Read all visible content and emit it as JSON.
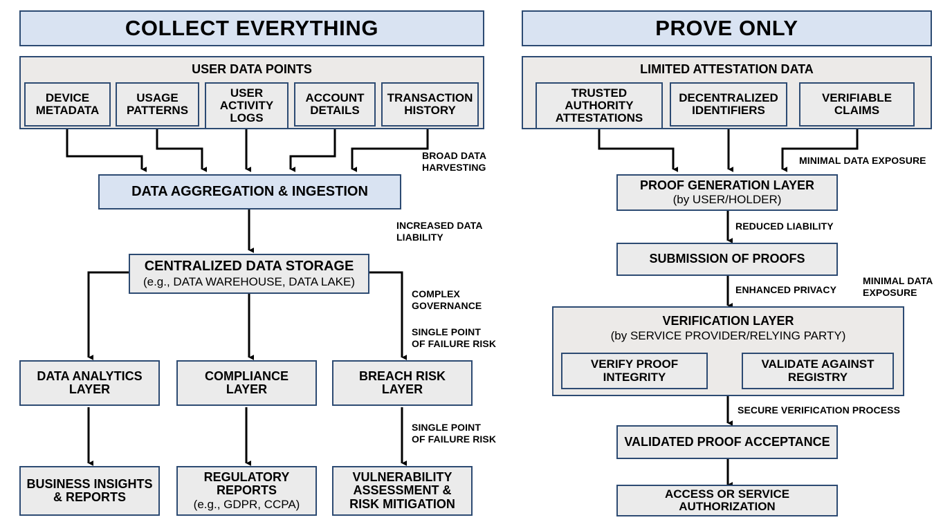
{
  "colors": {
    "border": "#2c4a72",
    "fill_gray": "#ebebeb",
    "fill_blue": "#d9e3f2",
    "container_gray": "#eceae8",
    "text": "#000000",
    "wire": "#000000"
  },
  "left_panel": {
    "title": "COLLECT EVERYTHING",
    "container_title": "USER DATA POINTS",
    "sources": [
      {
        "line1": "DEVICE",
        "line2": "METADATA"
      },
      {
        "line1": "USAGE",
        "line2": "PATTERNS"
      },
      {
        "line1": "USER",
        "line2": "ACTIVITY",
        "line3": "LOGS"
      },
      {
        "line1": "ACCOUNT",
        "line2": "DETAILS"
      },
      {
        "line1": "TRANSACTION",
        "line2": "HISTORY"
      }
    ],
    "aggregation": "DATA AGGREGATION & INGESTION",
    "storage": {
      "title": "CENTRALIZED DATA STORAGE",
      "subtitle": "(e.g., DATA WAREHOUSE, DATA LAKE)"
    },
    "layers": [
      {
        "line1": "DATA ANALYTICS",
        "line2": "LAYER"
      },
      {
        "line1": "COMPLIANCE",
        "line2": "LAYER"
      },
      {
        "line1": "BREACH RISK",
        "line2": "LAYER"
      }
    ],
    "outputs": [
      {
        "line1": "BUSINESS INSIGHTS",
        "line2": "& REPORTS",
        "line3": ""
      },
      {
        "line1": "REGULATORY",
        "line2": "REPORTS",
        "line3": "(e.g., GDPR, CCPA)"
      },
      {
        "line1": "VULNERABILITY",
        "line2": "ASSESSMENT &",
        "line3": "RISK MITIGATION"
      }
    ],
    "edge_labels": [
      {
        "id": "broad-data-harvesting",
        "text": "BROAD DATA\nHARVESTING"
      },
      {
        "id": "increased-data-liability",
        "text": "INCREASED DATA\nLIABILITY"
      },
      {
        "id": "complex-governance",
        "text": "COMPLEX\nGOVERNANCE"
      },
      {
        "id": "single-point-of-failure-risk-upper",
        "text": "SINGLE POINT\nOF FAILURE RISK"
      },
      {
        "id": "single-point-of-failure-risk-lower",
        "text": "SINGLE POINT\nOF FAILURE RISK"
      }
    ]
  },
  "right_panel": {
    "title": "PROVE ONLY",
    "container_title": "LIMITED ATTESTATION DATA",
    "sources": [
      {
        "line1": "TRUSTED",
        "line2": "AUTHORITY",
        "line3": "ATTESTATIONS"
      },
      {
        "line1": "DECENTRALIZED",
        "line2": "IDENTIFIERS",
        "line3": ""
      },
      {
        "line1": "VERIFIABLE",
        "line2": "CLAIMS",
        "line3": ""
      }
    ],
    "proof_generation": {
      "title": "PROOF GENERATION LAYER",
      "subtitle": "(by USER/HOLDER)"
    },
    "submission": "SUBMISSION OF PROOFS",
    "verification": {
      "title": "VERIFICATION LAYER",
      "subtitle": "(by SERVICE PROVIDER/RELYING PARTY)"
    },
    "verification_children": [
      {
        "line1": "VERIFY PROOF",
        "line2": "INTEGRITY"
      },
      {
        "line1": "VALIDATE AGAINST",
        "line2": "REGISTRY"
      }
    ],
    "acceptance": "VALIDATED PROOF ACCEPTANCE",
    "authorization": {
      "line1": "ACCESS OR SERVICE",
      "line2": "AUTHORIZATION"
    },
    "edge_labels": [
      {
        "id": "minimal-data-exposure-top",
        "text": "MINIMAL DATA EXPOSURE"
      },
      {
        "id": "reduced-liability",
        "text": "REDUCED LIABILITY"
      },
      {
        "id": "enhanced-privacy",
        "text": "ENHANCED PRIVACY"
      },
      {
        "id": "minimal-data-exposure-side",
        "text": "MINIMAL DATA\nEXPOSURE"
      },
      {
        "id": "secure-verification-process",
        "text": "SECURE VERIFICATION PROCESS"
      }
    ]
  }
}
